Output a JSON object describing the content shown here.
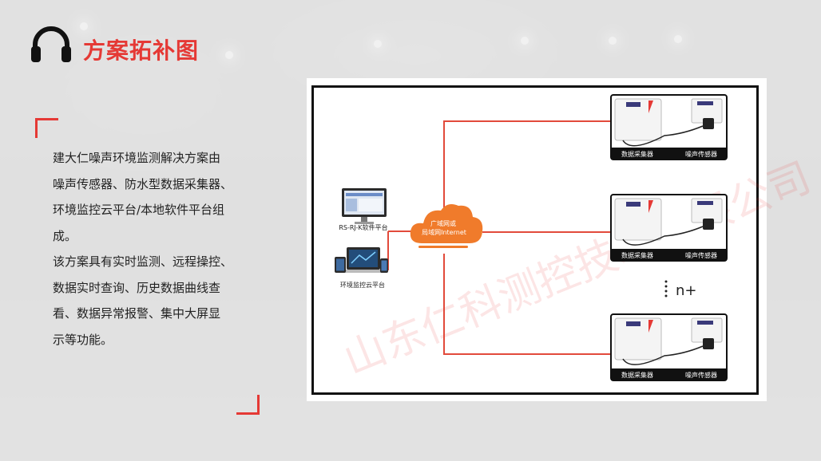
{
  "title": "方案拓补图",
  "description_lines": [
    "建大仁噪声环境监测解决方案由",
    "噪声传感器、防水型数据采集器、",
    "环境监控云平台/本地软件平台组",
    "成。",
    "该方案具有实时监测、远程操控、",
    "数据实时查询、历史数据曲线查",
    "看、数据异常报警、集中大屏显",
    "示等功能。"
  ],
  "diagram": {
    "software_platform_label": "RS-RJ-K软件平台",
    "cloud_platform_label": "环境监控云平台",
    "cloud_label_line1": "广域网或",
    "cloud_label_line2": "局域网Internet",
    "collector_label": "数据采集器",
    "sensor_label": "噪声传感器",
    "more_label": "n+",
    "watermark": "山东仁科测控技术有限公司"
  },
  "colors": {
    "accent": "#e53935",
    "cloud": "#f07b2b",
    "line": "#e24a3b"
  },
  "icons": [
    "headphones-icon",
    "cloud-icon",
    "monitor-icon",
    "laptop-icon",
    "phone-icon"
  ]
}
